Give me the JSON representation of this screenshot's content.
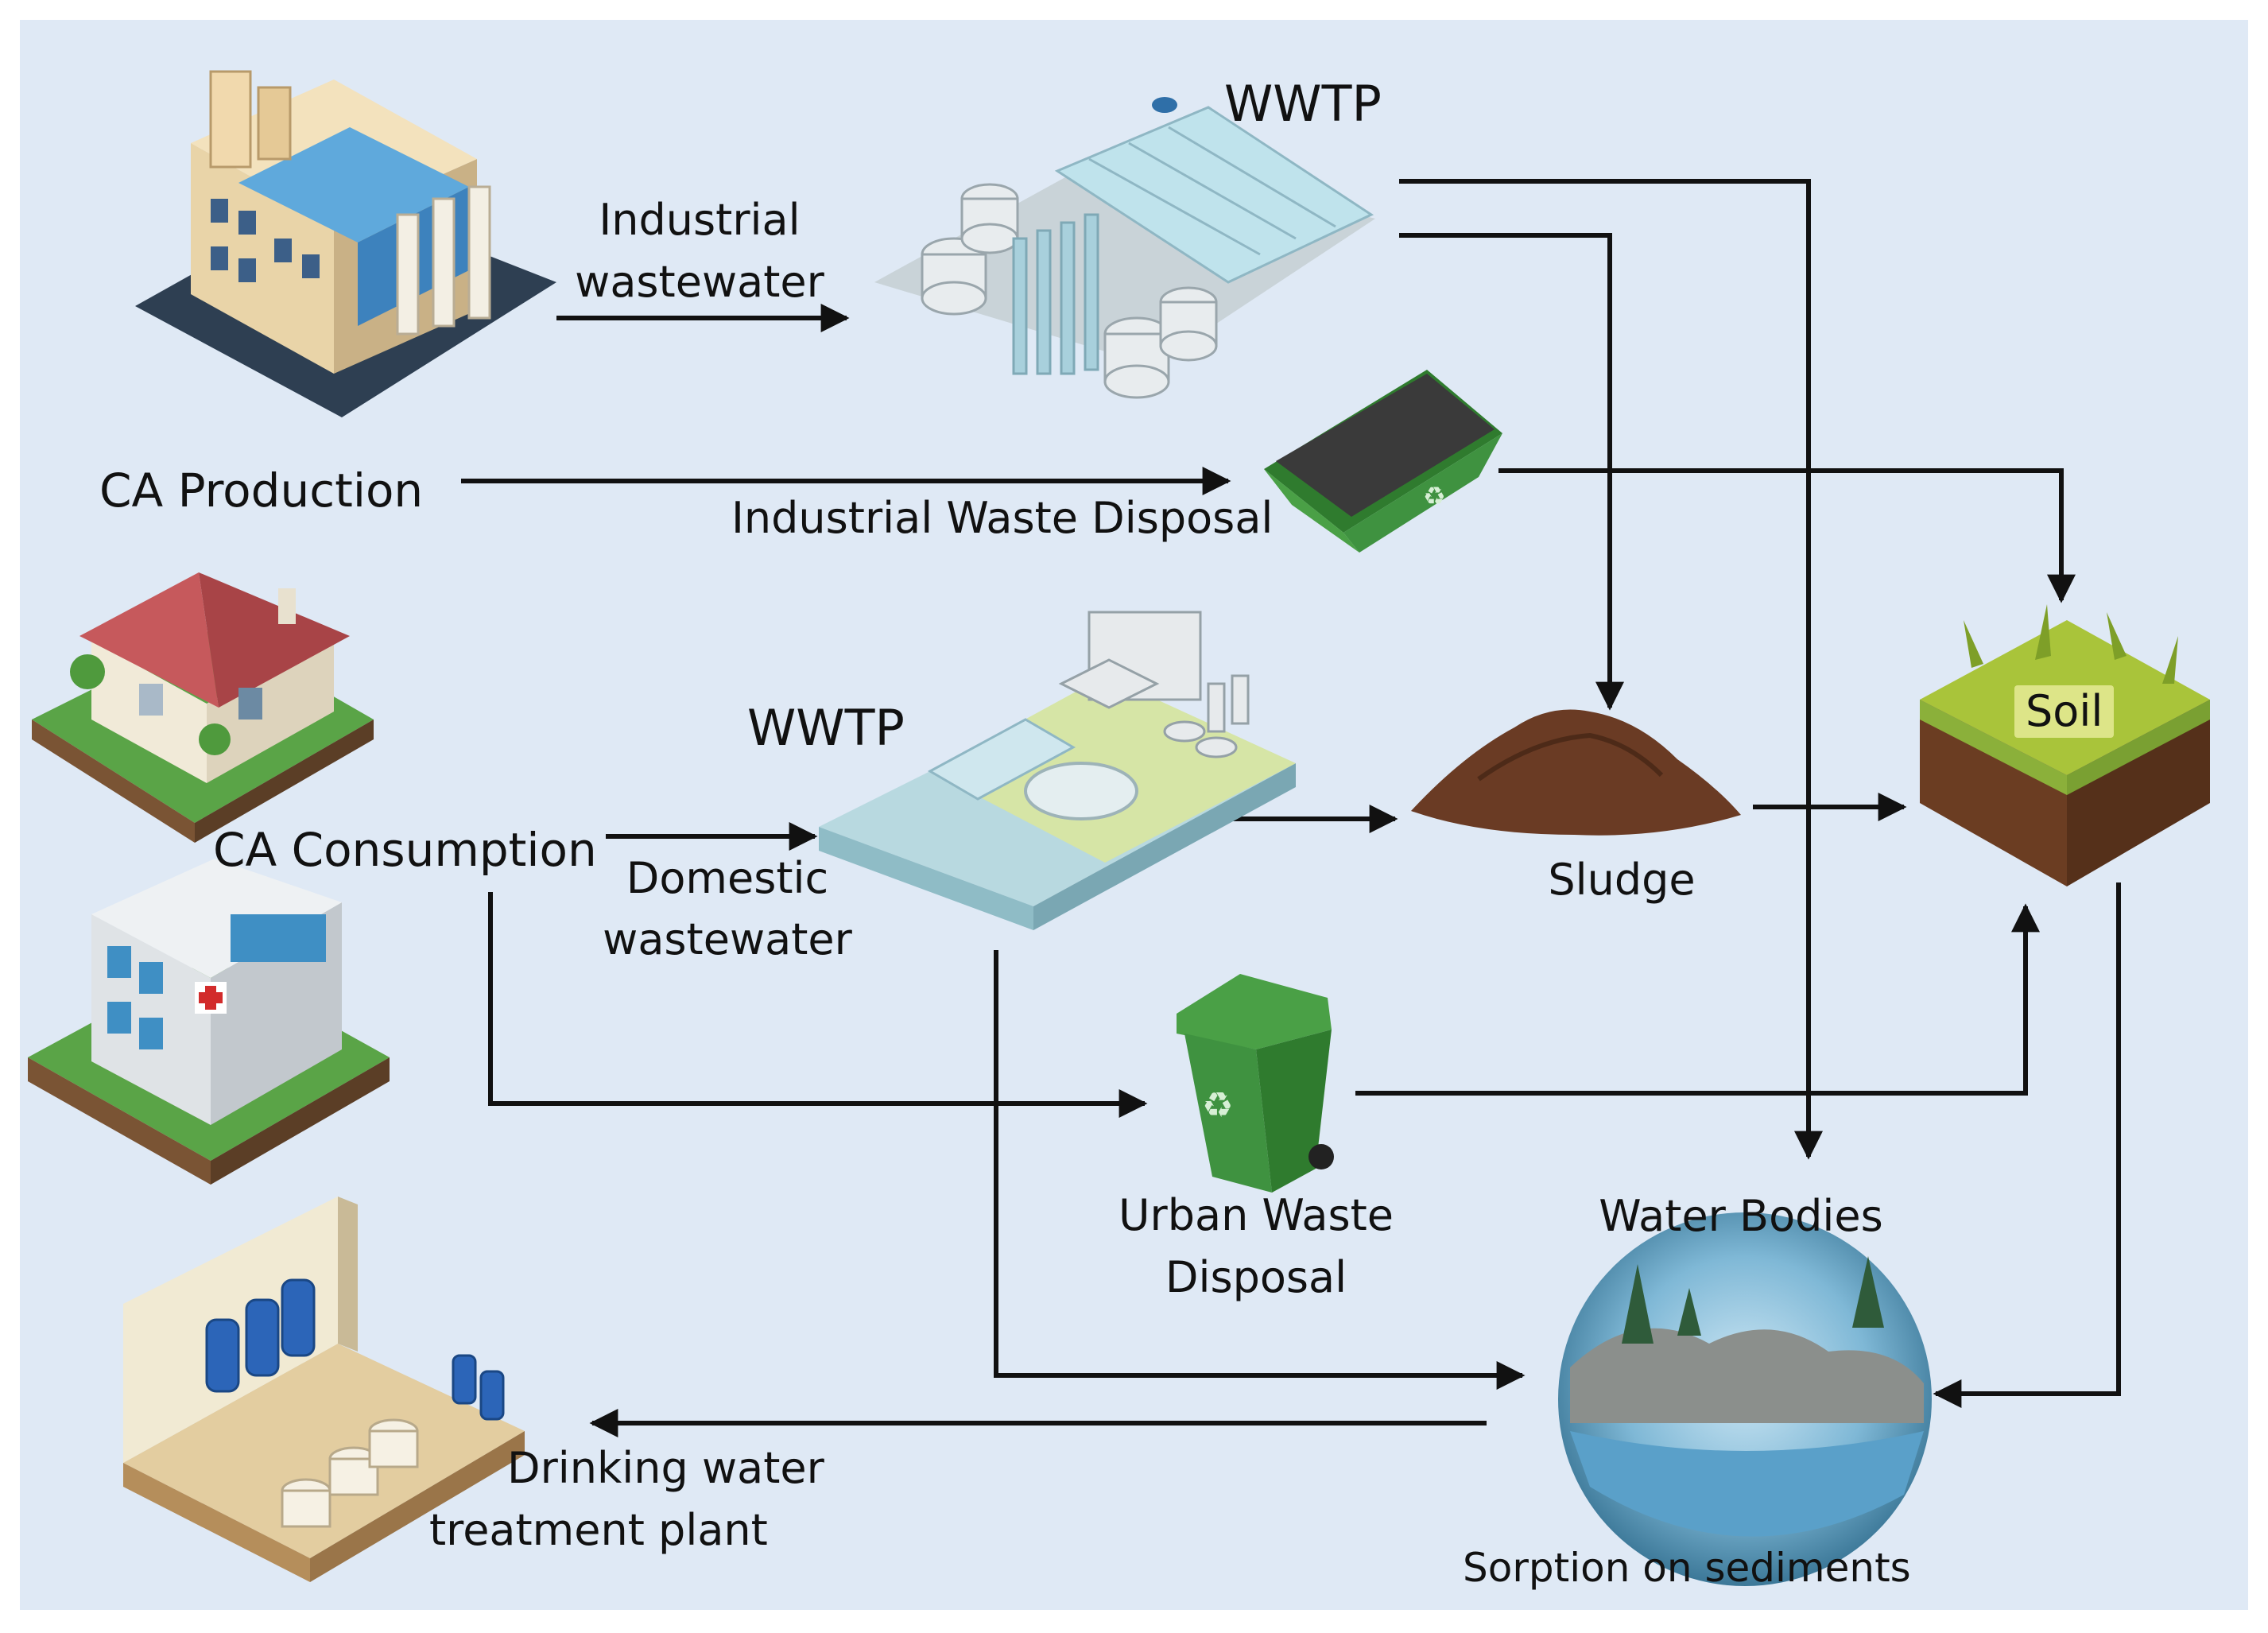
{
  "labels": {
    "wwtp_top": "WWTP",
    "industrial_wastewater_1": "Industrial",
    "industrial_wastewater_2": "wastewater",
    "ca_production": "CA Production",
    "industrial_waste_disposal": "Industrial Waste Disposal",
    "wwtp_mid": "WWTP",
    "ca_consumption": "CA Consumption",
    "domestic_wastewater_1": "Domestic",
    "domestic_wastewater_2": "wastewater",
    "sludge": "Sludge",
    "soil": "Soil",
    "urban_waste_disposal_1": "Urban Waste",
    "urban_waste_disposal_2": "Disposal",
    "water_bodies": "Water Bodies",
    "drinking_water_1": "Drinking water",
    "drinking_water_2": "treatment plant",
    "sorption": "Sorption on sediments"
  },
  "colors": {
    "background": "#dfe9f5",
    "arrow": "#111111",
    "bin_green": "#3f8f3a",
    "soil_top": "#a9c43a",
    "soil_dirt": "#6b3d22",
    "sludge": "#6a3b24",
    "water": "#6fb3d8"
  },
  "icons": [
    "factory-icon",
    "wwtp-industrial-icon",
    "skip-bin-icon",
    "house-icon",
    "hospital-icon",
    "wwtp-domestic-icon",
    "sludge-pile-icon",
    "soil-block-icon",
    "trash-bin-icon",
    "water-bodies-icon",
    "drinking-water-plant-icon"
  ]
}
